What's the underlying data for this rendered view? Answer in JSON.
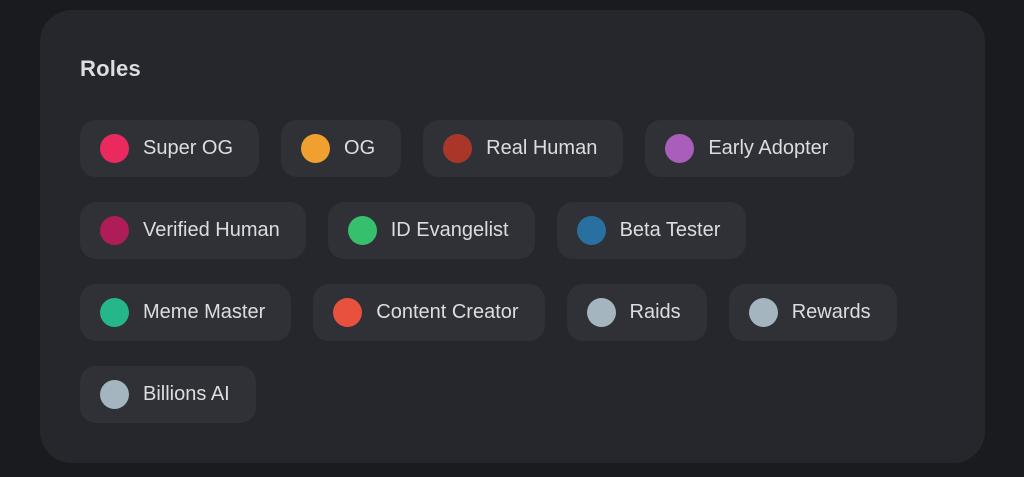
{
  "panel": {
    "title": "Roles"
  },
  "colors": {
    "page_bg": "#1a1b1f",
    "card_bg": "#26272d",
    "pill_bg": "#2f3136",
    "text": "#dbdee1"
  },
  "roles": {
    "rows": [
      [
        {
          "label": "Super OG",
          "color": "#ea2a5f"
        },
        {
          "label": "OG",
          "color": "#efa02f"
        },
        {
          "label": "Real Human",
          "color": "#a8372a"
        },
        {
          "label": "Early Adopter",
          "color": "#aa5ebb"
        }
      ],
      [
        {
          "label": "Verified Human",
          "color": "#ae1d57"
        },
        {
          "label": "ID Evangelist",
          "color": "#36c06e"
        },
        {
          "label": "Beta Tester",
          "color": "#28709f"
        }
      ],
      [
        {
          "label": "Meme Master",
          "color": "#25b689"
        },
        {
          "label": "Content Creator",
          "color": "#e8513d"
        },
        {
          "label": "Raids",
          "color": "#a4b5bf"
        },
        {
          "label": "Rewards",
          "color": "#a4b5bf"
        }
      ],
      [
        {
          "label": "Billions AI",
          "color": "#a4b5bf"
        }
      ]
    ]
  }
}
